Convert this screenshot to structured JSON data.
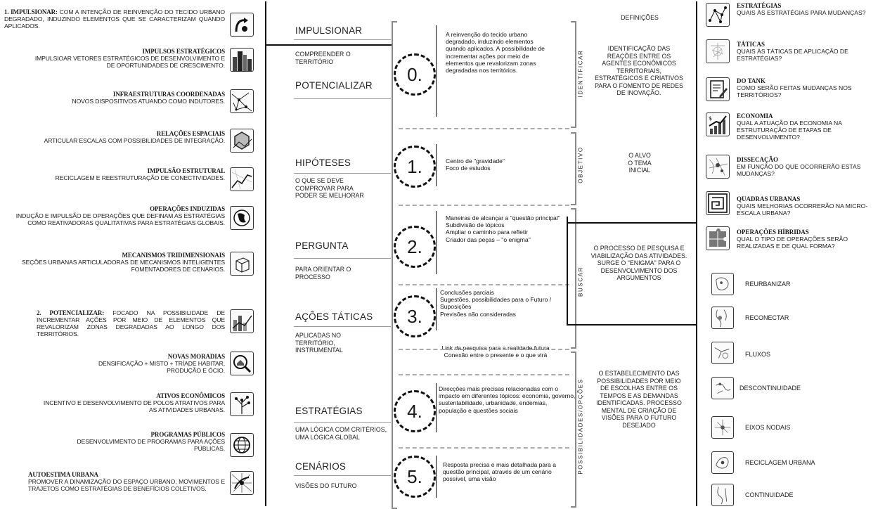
{
  "left": {
    "items": [
      {
        "id": "impulsionar",
        "bold": "1. IMPULSIONAR:",
        "text": " COM A INTENÇÃO DE REINVENÇÃO DO TECIDO URBANO DEGRADADO, INDUZINDO ELEMENTOS QUE SE CARACTERIZAM QUANDO APLICADOS.",
        "icon": "arrow-curve-icon"
      },
      {
        "id": "impulsos",
        "bold": "IMPULSOS ESTRATÉGICOS",
        "text": "IMPULSIOAR VETORES ESTRATÉGICOS DE DESENVOLVIMENTO E DE OPORTUNIDADES DE CRESCIMENTO.",
        "icon": "skyline-icon"
      },
      {
        "id": "infra",
        "bold": "INFRAESTRUTURAS COORDENADAS",
        "text": "NOVOS DISPOSITIVOS ATUANDO COMO INDUTORES.",
        "icon": "network-map-icon"
      },
      {
        "id": "relacoes",
        "bold": "RELAÇÕES ESPACIAIS",
        "text": "ARTICULAR ESCALAS COM POSSIBILIDADES DE INTEGRAÇÃO.",
        "icon": "hexagon-map-icon"
      },
      {
        "id": "impulsao",
        "bold": "IMPULSÃO ESTRUTURAL",
        "text": "RECICLAGEM E REESTRUTURAÇÃO DE CONECTIVIDADES.",
        "icon": "line-map-icon"
      },
      {
        "id": "operacoes",
        "bold": "OPERAÇÕES INDUZIDAS",
        "text": "INDUÇÃO E IMPULSÃO DE OPERAÇÕES QUE DEFINAM AS ESTRATÉGIAS COMO REATIVADORAS QUALITATIVAS PARA ESTRATÉGIAS GLOBAIS.",
        "icon": "globe-icon"
      },
      {
        "id": "mecanismos",
        "bold": "MECANISMOS TRIDIMENSIONAIS",
        "text": "SEÇÕES URBANAS ARTICULADORAS DE MECANISMOS INTELIGENTES FOMENTADORES DE CENÁRIOS.",
        "icon": "cube-icon"
      },
      {
        "id": "potencializar",
        "bold": "2. POTENCIALIZAR:",
        "text": " FOCADO NA POSSIBILIDADE DE INCREMENTAR AÇÕES POR MEIO DE ELEMENTOS QUE REVALORIZAM ZONAS DEGRADADAS AO LONGO DOS TERRITÓRIOS.",
        "icon": "building-chart-icon"
      },
      {
        "id": "moradias",
        "bold": "NOVAS MORADIAS",
        "text": "DENSIFICAÇÃO + MISTO + TRÍADE HABITAR, PRODUÇÃO E ÓCIO.",
        "icon": "magnifier-house-icon"
      },
      {
        "id": "ativos",
        "bold": "ATIVOS ECONÔMICOS",
        "text": "INCENTIVO E DESENVOLVIMENTO DE POLOS ATRATIVOS PARA AS ATIVIDADES URBANAS.",
        "icon": "tree-chart-icon"
      },
      {
        "id": "programas",
        "bold": "PROGRAMAS PÚBLICOS",
        "text": "DESENVOLVIMENTO DE PROGRAMAS PARA AÇÕES PÚBLICAS.",
        "icon": "world-icon"
      },
      {
        "id": "autoestima",
        "bold": "AUTOESTIMA URBANA",
        "text": "PROMOVER A DINAMIZAÇÃO DO ESPAÇO URBANO, MOVIMENTOS E TRAJETOS COMO ESTRATÉGIAS DE BENEFÍCIOS COLETIVOS.",
        "icon": "route-map-icon"
      }
    ]
  },
  "center": {
    "titles": {
      "impulsionar": "IMPULSIONAR",
      "compreender": "COMPREENDER O TERRITÓRIO",
      "potencializar": "POTENCIALIZAR",
      "hipoteses": "HIPÓTESES",
      "hipoteses_sub": "O QUE SE DEVE COMPROVAR PARA PODER SE MELHORAR",
      "pergunta": "PERGUNTA",
      "pergunta_sub": "PARA ORIENTAR O PROCESSO",
      "acoes": "AÇÕES TÁTICAS",
      "acoes_sub": "APLICADAS NO TERRITÓRIO, INSTRUMENTAL",
      "estrategias": "ESTRATÉGIAS",
      "estrategias_sub": "UMA LÓGICA COM CRITÉRIOS, UMA LÓGICA GLOBAL",
      "cenarios": "CENÁRIOS",
      "cenarios_sub": "VISÕES DO FUTURO"
    },
    "circles": [
      "0.",
      "1.",
      "2.",
      "3.",
      "4.",
      "5."
    ],
    "descriptions": {
      "d0": "A reinvenção do tecido urbano degradado, induzindo elementos quando aplicados. A possibilidade de incrementar ações por meio de elementos que revalorizam zonas degradadas nos territórios.",
      "d1": "Centro de \"gravidade\"\nFoco de estudos",
      "d2": "Maneiras de alcançar a \"questão principal\"\nSubdivisão de tópicos\nAmpliar o caminho para refletir\nCriador das peças – \"o enigma\"",
      "d3": "Conclusões parciais\nSugestões, possibilidades para o Futuro / Suposições\nPrevisões não consideradas",
      "d3b": "Link da pesquisa para a realidade futura\nConexão entre o presente e o que virá",
      "d4": "Direcções mais precisas relacionadas com o impacto em diferentes tópicos: economia, governo, sustentabilidade, urbanidade, endemias, população e questões sociais",
      "d5": "Resposta precisa e mais detalhada para a questão principal, através de um cenário possível, uma visão"
    },
    "phases": [
      "IDENTIFICAR",
      "OBJETIVO",
      "BUSCAR",
      "POSSIBILIDADES/OPÇÕES"
    ],
    "definitions": {
      "header": "DEFINIÇÕES",
      "identificar": "IDENTIFICAÇÃO DAS REAÇÕES ENTRE OS AGENTES ECONÔMICOS TERRITORIAIS, ESTRATÉGICOS E CRIATIVOS PARA O FOMENTO DE REDES DE INOVAÇÃO.",
      "objetivo": "O ALVO\nO TEMA\nINICIAL",
      "buscar": "O PROCESSO DE PESQUISA E VIABILIZAÇÃO DAS ATIVIDADES. SURGE O \"ENIGMA\" PARA O DESENVOLVIMENTO DOS ARGUMENTOS",
      "possibilidades": "O ESTABELECIMENTO DAS POSSIBILIDADES POR MEIO DE ESCOLHAS ENTRE OS TEMPOS E AS DEMANDAS IDENTIFICADAS. PROCESSO MENTAL DE CRIAÇÃO DE VISÕES PARA O FUTURO DESEJADO"
    }
  },
  "right": {
    "items": [
      {
        "id": "estrategias",
        "bold": "ESTRATÉGIAS",
        "text": "QUAIS ÀS ESTRATÉGIAS PARA MUDANÇAS?",
        "icon": "constellation-icon"
      },
      {
        "id": "taticas",
        "bold": "TÁTICAS",
        "text": "QUAIS ÀS TÁTICAS DE APLICAÇÃO DE ESTRATÉGIAS?",
        "icon": "sketch-icon"
      },
      {
        "id": "dotank",
        "bold": "DO TANK",
        "text": "COMO SERÃO FEITAS MUDANÇAS NOS TERRITÓRIOS?",
        "icon": "document-pen-icon"
      },
      {
        "id": "economia",
        "bold": "ECONOMIA",
        "text": "QUAL A ATUAÇÃO DA ECONOMIA NA ESTRUTURAÇÃO DE ETAPAS DE DESENVOLVIMENTO?",
        "icon": "growth-chart-icon"
      },
      {
        "id": "disseccao",
        "bold": "DISSECAÇÃO",
        "text": "EM FUNÇÃO DO QUE OCORRERÃO ESTAS MUDANÇAS?",
        "icon": "map-detail-icon"
      },
      {
        "id": "quadras",
        "bold": "QUADRAS URBANAS",
        "text": "QUAIS MELHORIAS OCORRERÃO NA MICRO-ESCALA URBANA?",
        "icon": "maze-icon"
      },
      {
        "id": "hibridas",
        "bold": "OPERAÇÕES HÍBRIDAS",
        "text": "QUAL O TIPO DE OPERAÇÕES SERÃO REALIZADAS E DE QUAL FORMA?",
        "icon": "puzzle-icon"
      }
    ],
    "maps": [
      {
        "id": "reurbanizar",
        "label": "REURBANIZAR",
        "icon": "map-reurbanizar-icon"
      },
      {
        "id": "reconectar",
        "label": "RECONECTAR",
        "icon": "map-reconectar-icon"
      },
      {
        "id": "fluxos",
        "label": "FLUXOS",
        "icon": "map-fluxos-icon"
      },
      {
        "id": "descontinuidade",
        "label": "DESCONTINUIDADE",
        "icon": "map-descontinuidade-icon"
      },
      {
        "id": "eixos",
        "label": "EIXOS NODAIS",
        "icon": "map-eixos-icon"
      },
      {
        "id": "reciclagem",
        "label": "RECICLAGEM URBANA",
        "icon": "map-reciclagem-icon"
      },
      {
        "id": "continuidade",
        "label": "CONTINUIDADE",
        "icon": "map-continuidade-icon"
      }
    ]
  }
}
